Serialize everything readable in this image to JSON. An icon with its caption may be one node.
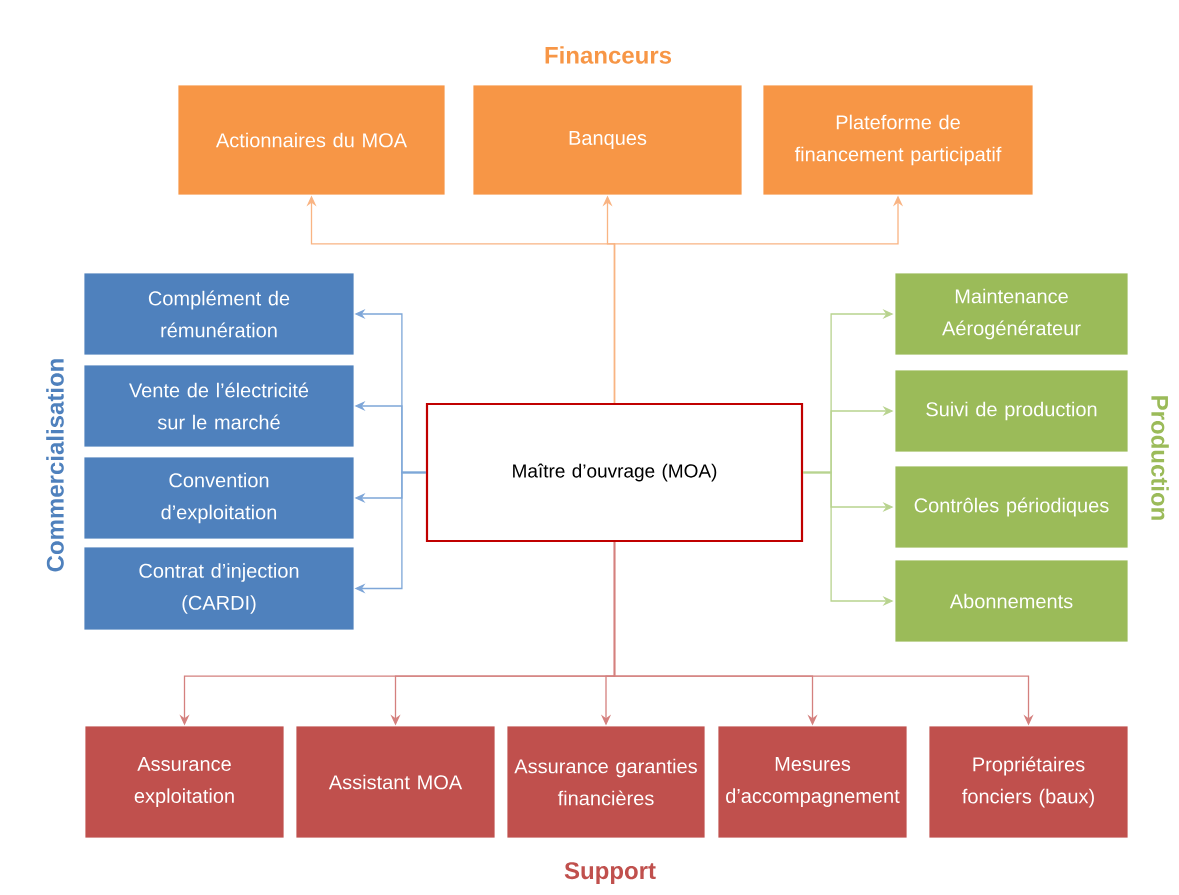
{
  "diagram": {
    "nodes": [
      {
        "text": [
          "Actionnaires du MOA"
        ]
      },
      {
        "text": [
          "Banques"
        ]
      },
      {
        "text": [
          "Plateforme de financement participatif"
        ]
      },
      {
        "text": [
          "Complément de rémunération"
        ]
      },
      {
        "text": [
          "Vente de l’électricité sur le marché"
        ]
      },
      {
        "text": [
          "Convention d’exploitation"
        ]
      },
      {
        "text": [
          "Contrat d’injection (CARDI)"
        ]
      },
      {
        "text": [
          "Maître d’ouvrage (MOA)"
        ]
      },
      {
        "text": [
          "Maintenance Aérogénérateur"
        ]
      },
      {
        "text": [
          "Suivi de production"
        ]
      },
      {
        "text": [
          "Contrôles périodiques"
        ]
      },
      {
        "text": [
          "Abonnements"
        ]
      },
      {
        "text": [
          "Assurance exploitation"
        ]
      },
      {
        "text": [
          "Assistant MOA"
        ]
      },
      {
        "text": [
          "Assurance garanties financières"
        ]
      },
      {
        "text": [
          "Mesures d’accompagnement"
        ]
      },
      {
        "text": [
          "Propriétaires fonciers (baux)"
        ]
      }
    ],
    "edges": [
      {
        "from": 7,
        "to": 0,
        "arrow": "to",
        "color": "#f9b483"
      },
      {
        "from": 7,
        "to": 1,
        "arrow": "to",
        "color": "#f9b483"
      },
      {
        "from": 7,
        "to": 2,
        "arrow": "to",
        "color": "#f9b483"
      },
      {
        "from": 7,
        "to": 3,
        "arrow": "to",
        "color": "#7ea6d8"
      },
      {
        "from": 7,
        "to": 4,
        "arrow": "to",
        "color": "#7ea6d8"
      },
      {
        "from": 7,
        "to": 5,
        "arrow": "to",
        "color": "#7ea6d8"
      },
      {
        "from": 7,
        "to": 6,
        "arrow": "to",
        "color": "#7ea6d8"
      },
      {
        "from": 7,
        "to": 8,
        "arrow": "to",
        "color": "#b8d38f"
      },
      {
        "from": 7,
        "to": 9,
        "arrow": "to",
        "color": "#b8d38f"
      },
      {
        "from": 7,
        "to": 10,
        "arrow": "to",
        "color": "#b8d38f"
      },
      {
        "from": 7,
        "to": 11,
        "arrow": "to",
        "color": "#b8d38f"
      },
      {
        "from": 7,
        "to": 12,
        "arrow": "to",
        "color": "#d4807e"
      },
      {
        "from": 7,
        "to": 13,
        "arrow": "to",
        "color": "#d4807e"
      },
      {
        "from": 7,
        "to": 14,
        "arrow": "to",
        "color": "#d4807e"
      },
      {
        "from": 7,
        "to": 15,
        "arrow": "to",
        "color": "#d4807e"
      },
      {
        "from": 7,
        "to": 16,
        "arrow": "to",
        "color": "#d4807e"
      }
    ],
    "labels": [
      "Financeurs",
      "Commercialisation",
      "Production",
      "Support"
    ]
  }
}
